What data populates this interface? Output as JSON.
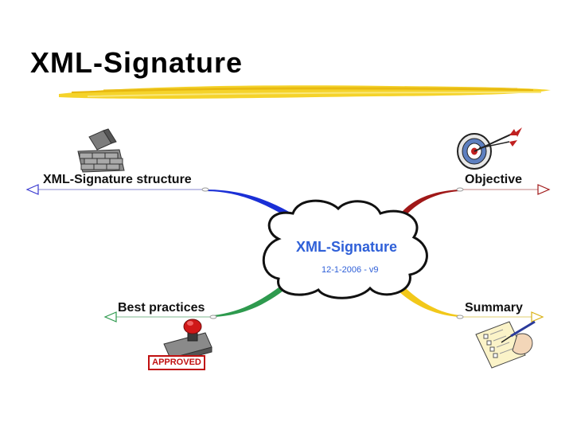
{
  "slide": {
    "title": "XML-Signature"
  },
  "center": {
    "title": "XML-Signature",
    "subtitle": "12-1-2006 - v9"
  },
  "branches": [
    {
      "label": "XML-Signature structure",
      "color": "#1a2fd6",
      "icon": "brick-wall-icon"
    },
    {
      "label": "Objective",
      "color": "#a01818",
      "icon": "target-icon"
    },
    {
      "label": "Best practices",
      "color": "#2e9a4e",
      "icon": "approved-stamp-icon",
      "stamp_text": "APPROVED"
    },
    {
      "label": "Summary",
      "color": "#f2c81a",
      "icon": "checklist-icon"
    }
  ],
  "colors": {
    "accent": "#2f60d8",
    "highlight": "#f5d32a"
  }
}
